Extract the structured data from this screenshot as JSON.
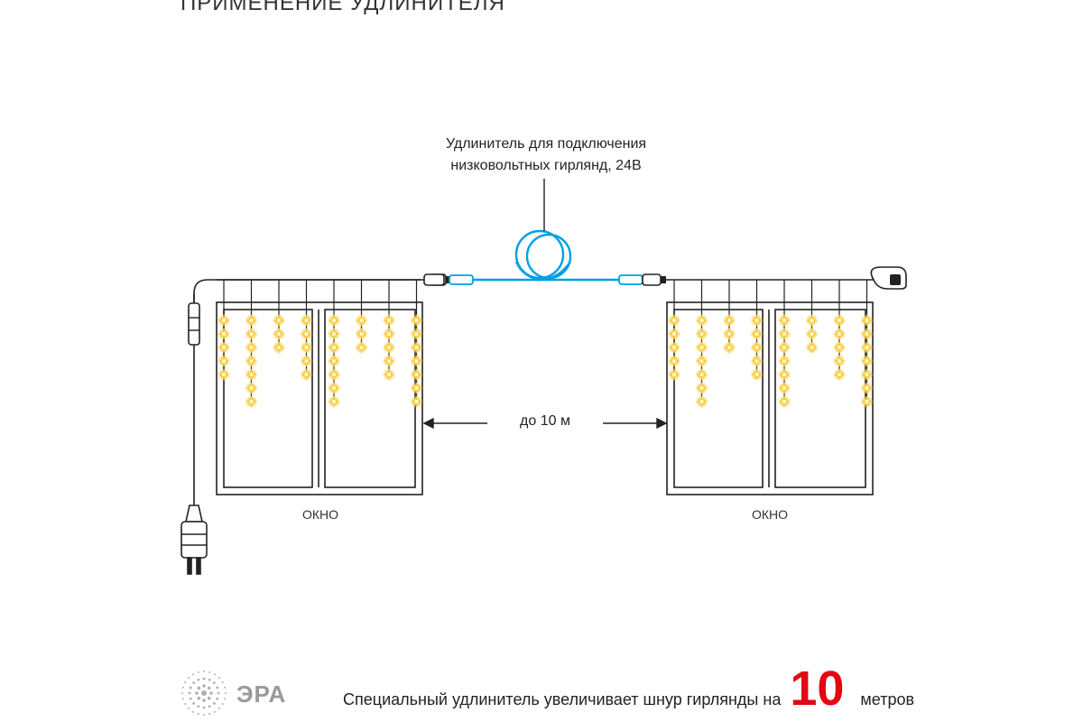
{
  "title": "ПРИМЕНЕНИЕ УДЛИНИТЕЛЯ",
  "callout": {
    "line1": "Удлинитель для подключения",
    "line2": "низковольтных гирлянд, 24В"
  },
  "distance_label": "до 10 м",
  "window_labels": [
    "ОКНО",
    "ОКНО"
  ],
  "logo": {
    "text": "ЭРА",
    "icon": "era-logo-dots-icon"
  },
  "footer": {
    "before": "Специальный удлинитель увеличивает шнур гирлянды на",
    "number": "10",
    "after": "метров"
  },
  "colors": {
    "line": "#222222",
    "extension_cable": "#00a0e3",
    "led": "#f7d24a",
    "accent_number": "#e30613",
    "logo": "#9a9a9a"
  }
}
